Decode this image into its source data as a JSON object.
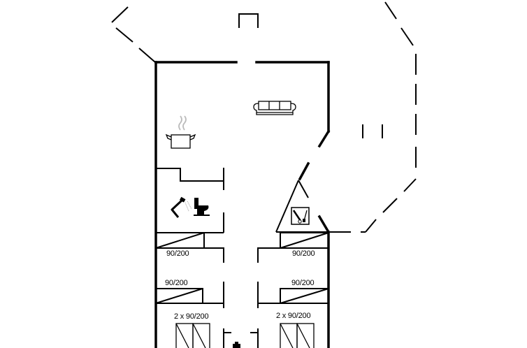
{
  "floorplan": {
    "rooms": [
      {
        "id": "bedroom-1",
        "bed_label": "90/200",
        "pos": "left-upper"
      },
      {
        "id": "bedroom-2",
        "bed_label": "90/200",
        "pos": "right-upper"
      },
      {
        "id": "bedroom-3",
        "bed_label": "90/200",
        "pos": "left-middle"
      },
      {
        "id": "bedroom-4",
        "bed_label": "90/200",
        "pos": "right-middle"
      },
      {
        "id": "bedroom-5",
        "bed_label": "2 x 90/200",
        "pos": "left-lower"
      },
      {
        "id": "bedroom-6",
        "bed_label": "2 x 90/200",
        "pos": "right-lower"
      }
    ],
    "icons": [
      "kitchen-pot-icon",
      "sofa-icon",
      "shower-icon",
      "toilet-icon",
      "utility-room-icon",
      "stove-icon"
    ],
    "colors": {
      "walls": "#000000",
      "background": "#ffffff",
      "steam": "#bbbbbb"
    }
  }
}
